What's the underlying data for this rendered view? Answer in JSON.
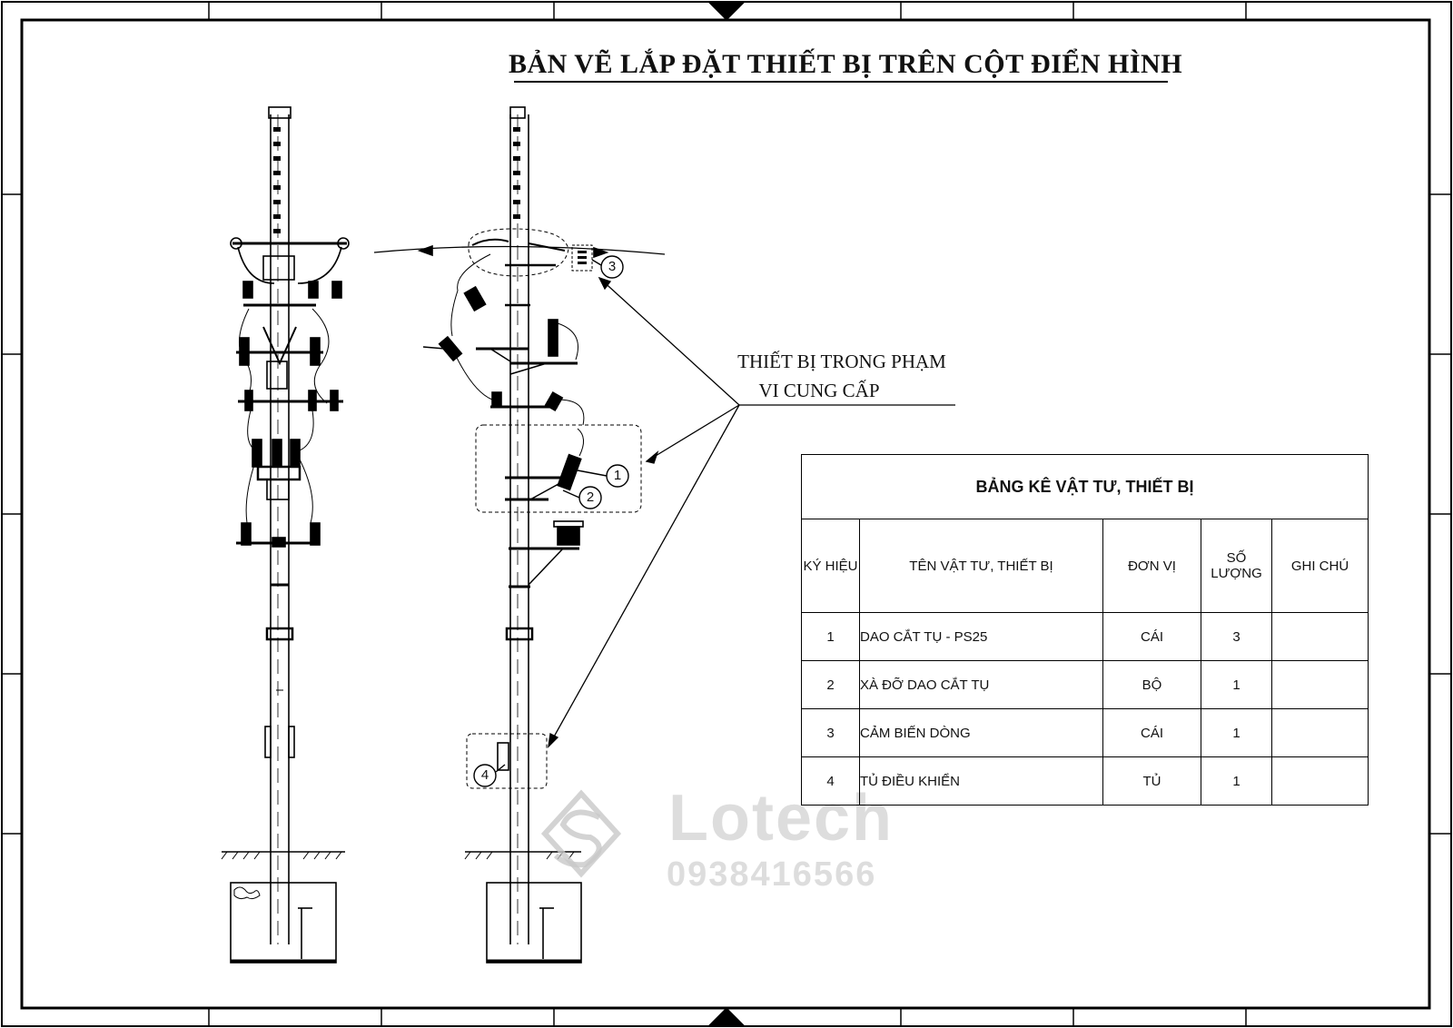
{
  "title": "BẢN VẼ LẮP ĐẶT THIẾT BỊ TRÊN CỘT ĐIỂN HÌNH",
  "note": {
    "line1": "THIẾT BỊ TRONG PHẠM",
    "line2": "VI CUNG CẤP"
  },
  "callouts": [
    "1",
    "2",
    "3",
    "4"
  ],
  "table": {
    "caption": "BẢNG KÊ VẬT TƯ, THIẾT BỊ",
    "headers": {
      "symbol": "KÝ HIỆU",
      "name": "TÊN VẬT TƯ, THIẾT BỊ",
      "unit": "ĐƠN VỊ",
      "qty_line1": "SỐ",
      "qty_line2": "LƯỢNG",
      "note": "GHI CHÚ"
    },
    "rows": [
      {
        "symbol": "1",
        "name": "DAO CẮT TỤ - PS25",
        "unit": "CÁI",
        "qty": "3",
        "note": ""
      },
      {
        "symbol": "2",
        "name": "XÀ ĐỠ DAO CẮT TỤ",
        "unit": "BỘ",
        "qty": "1",
        "note": ""
      },
      {
        "symbol": "3",
        "name": "CẢM BIẾN DÒNG",
        "unit": "CÁI",
        "qty": "1",
        "note": ""
      },
      {
        "symbol": "4",
        "name": "TỦ ĐIỀU KHIỂN",
        "unit": "TỦ",
        "qty": "1",
        "note": ""
      }
    ]
  },
  "watermark": {
    "brand": "Lotech",
    "phone": "0938416566"
  }
}
